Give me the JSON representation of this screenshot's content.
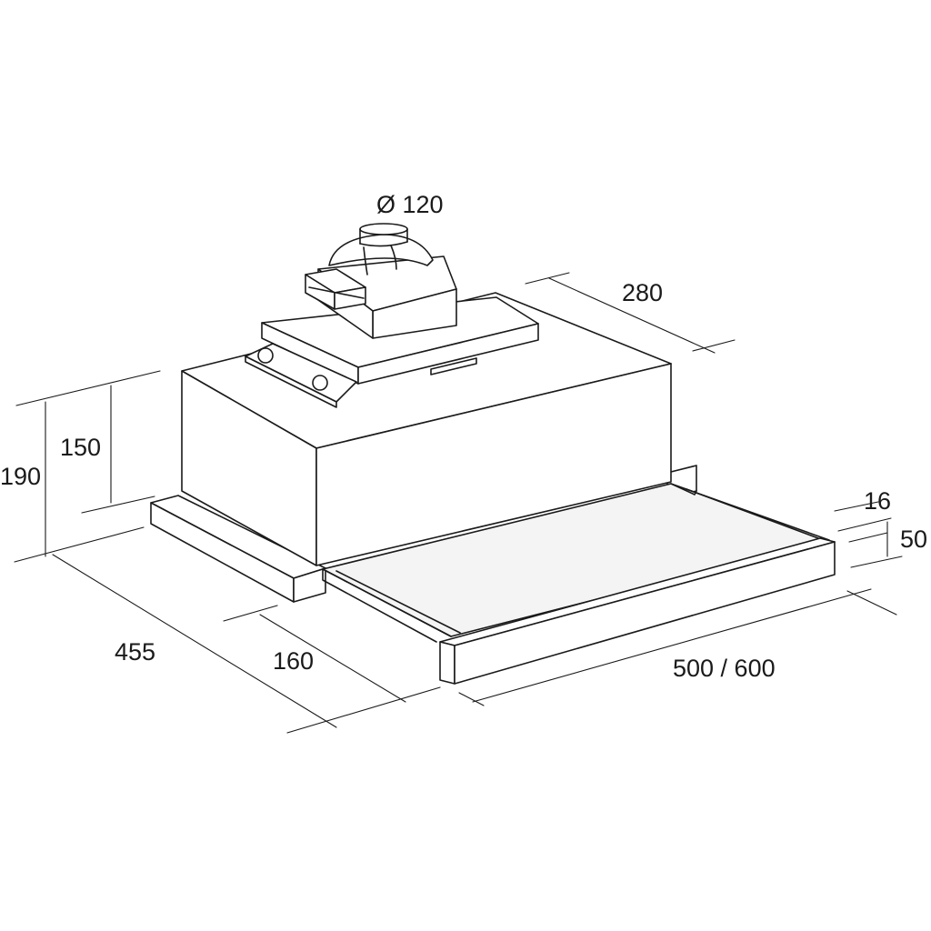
{
  "dimensions": {
    "duct_diameter": "Ø 120",
    "depth_280": "280",
    "height_150": "150",
    "height_190": "190",
    "depth_455": "455",
    "depth_160": "160",
    "width": "500 / 600",
    "panel_16": "16",
    "panel_50": "50"
  }
}
